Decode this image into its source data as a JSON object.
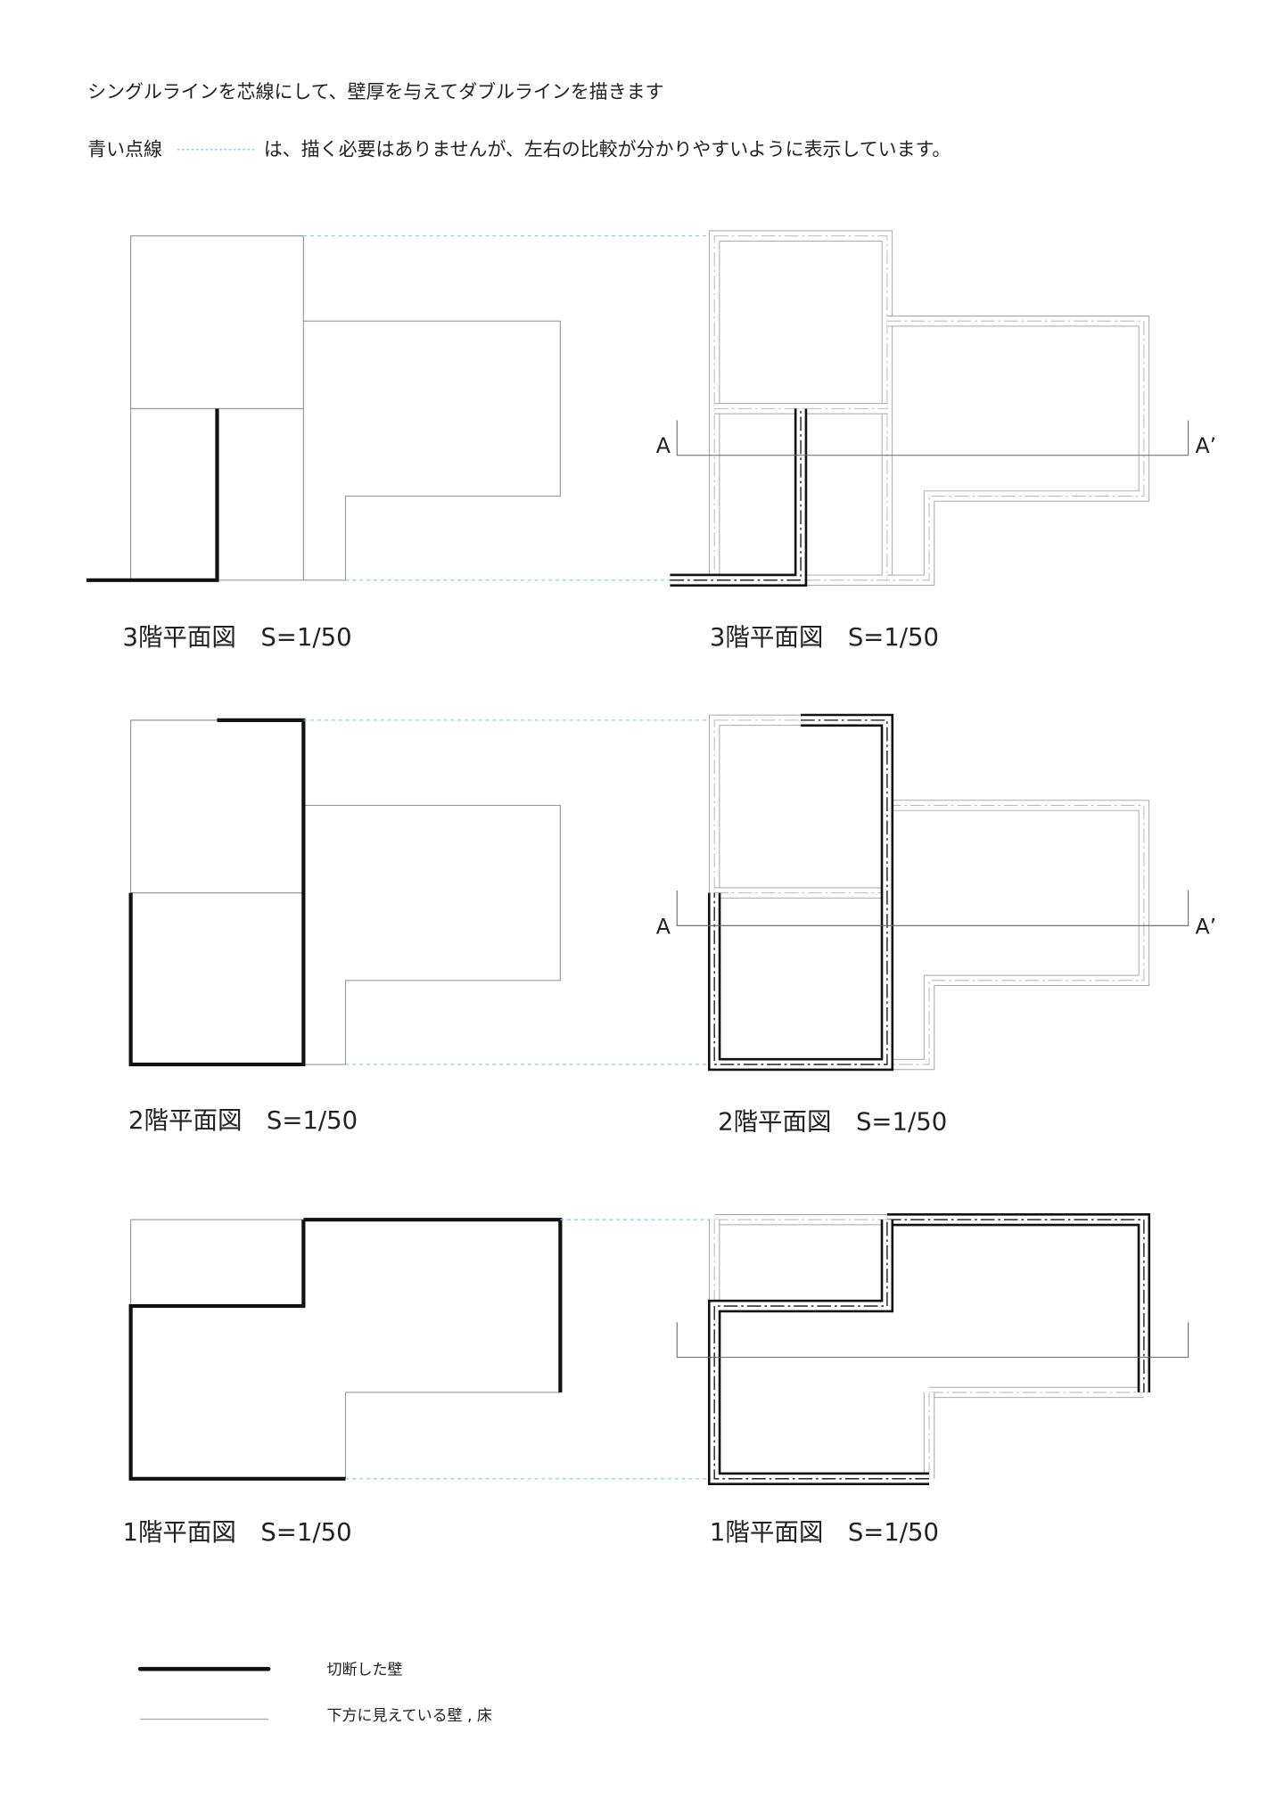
{
  "intro": {
    "line1": "シングルラインを芯線にして、壁厚を与えてダブルラインを描きます",
    "line2_prefix": "青い点線",
    "line2_suffix": "は、描く必要はありませんが、左右の比較が分かりやすいように表示しています。"
  },
  "floors": [
    {
      "label_left": "3階平面図　S=1/50",
      "label_right": "3階平面図　S=1/50",
      "section_start": "A",
      "section_end": "A’"
    },
    {
      "label_left": "2階平面図　S=1/50",
      "label_right": "2階平面図　S=1/50",
      "section_start": "A",
      "section_end": "A’"
    },
    {
      "label_left": "1階平面図　S=1/50",
      "label_right": "1階平面図　S=1/50"
    }
  ],
  "legend": {
    "cut_wall": "切断した壁",
    "visible_below": "下方に見えている壁 , 床"
  },
  "colors": {
    "cut": "#111111",
    "thin": "#9a9a9a",
    "guide": "#7fc6e8"
  }
}
